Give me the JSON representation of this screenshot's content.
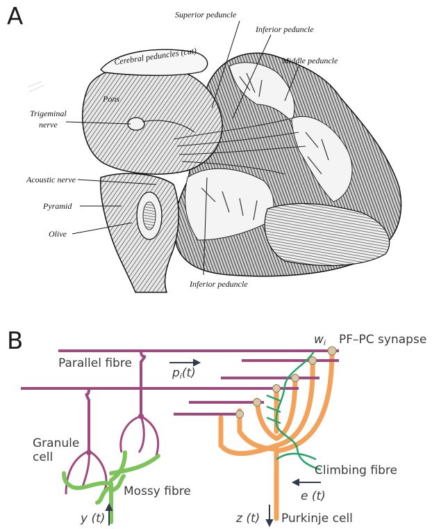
{
  "panels": {
    "a": {
      "letter": "A",
      "labels": {
        "superior_peduncle": "Superior peduncle",
        "inferior_peduncle_top": "Inferior peduncle",
        "middle_peduncle": "Middle peduncle",
        "cerebral_peduncles": "Cerebral peduncles (cut)",
        "pons": "Pons",
        "trigeminal_1": "Trigeminal",
        "trigeminal_2": "nerve",
        "acoustic": "Acoustic nerve",
        "pyramid": "Pyramid",
        "olive": "Olive",
        "inferior_peduncle_bottom": "Inferior peduncle"
      }
    },
    "b": {
      "letter": "B",
      "labels": {
        "wi": "w",
        "wi_sub": "i",
        "pf_pc": "PF–PC synapse",
        "parallel_fibre": "Parallel fibre",
        "pi": "p",
        "pi_sub": "i",
        "pi_arg": "(t)",
        "granule_1": "Granule",
        "granule_2": "cell",
        "mossy": "Mossy fibre",
        "climbing": "Climbing fibre",
        "et": "e (t)",
        "yt": "y (t)",
        "zt": "z (t)",
        "purkinje": "Purkinje cell"
      }
    },
    "colors": {
      "parallel_fibre": "#a0497f",
      "mossy_fibre": "#7cc35a",
      "purkinje": "#f2a25a",
      "climbing": "#27a36a",
      "synapse": "#d9c7a6",
      "arrow": "#333a4a"
    }
  }
}
